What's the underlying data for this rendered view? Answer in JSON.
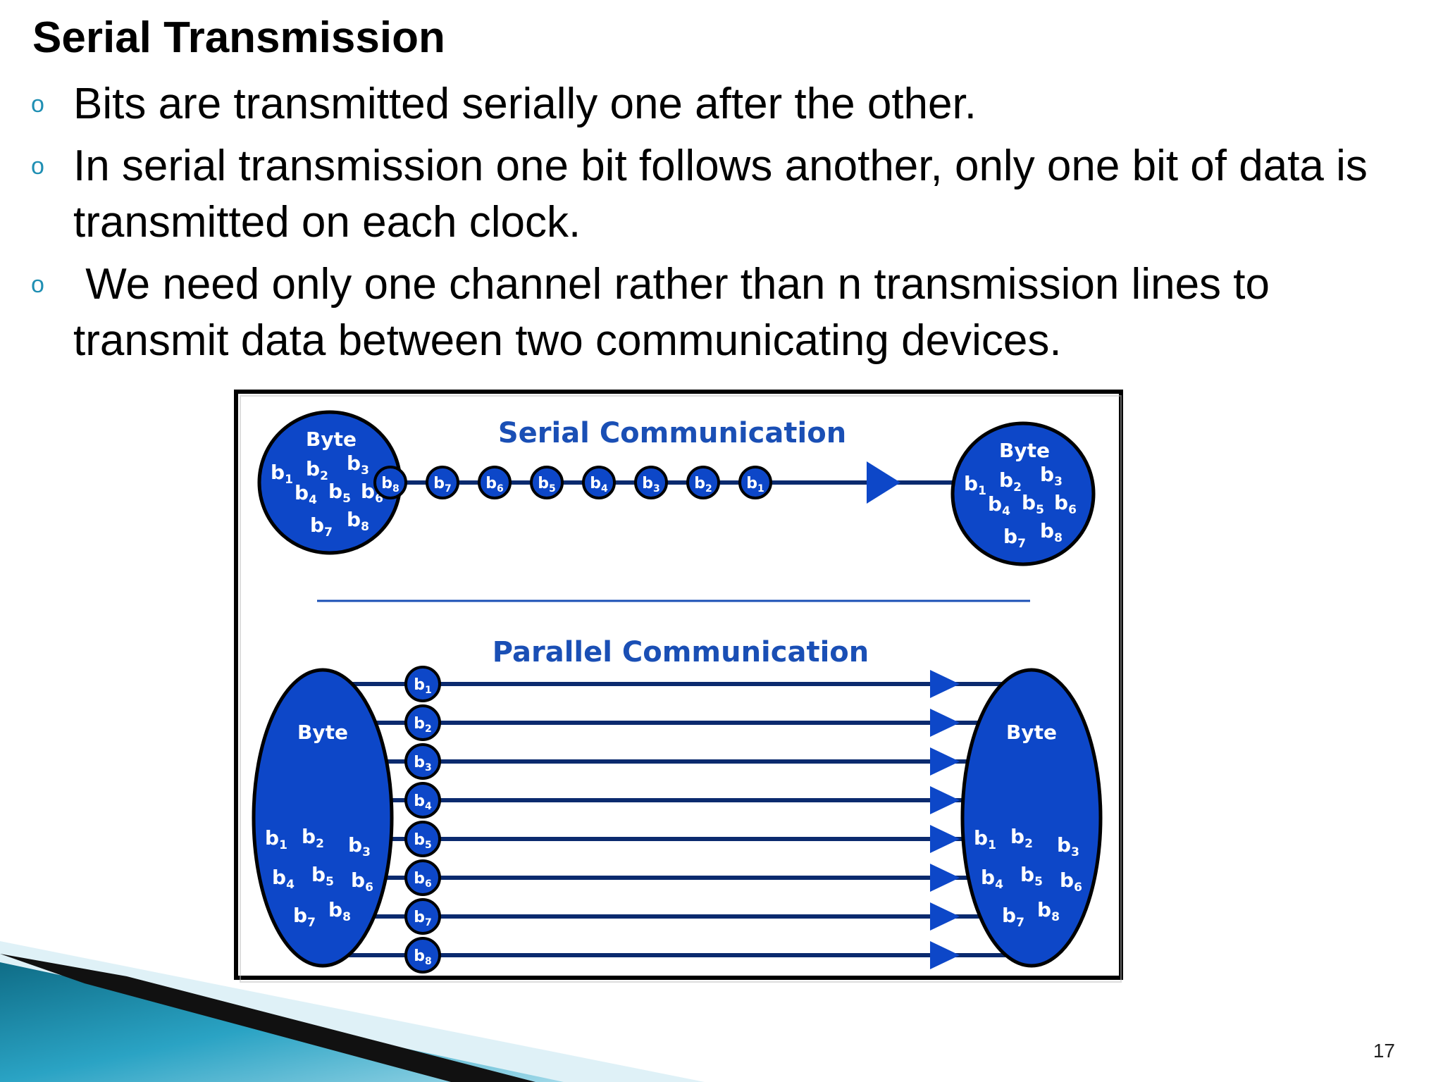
{
  "slide": {
    "title": "Serial Transmission",
    "bullets": [
      "Bits are transmitted serially one after the other.",
      "In serial transmission one bit follows another, only one bit of data is transmitted on each clock.",
      " We need only one channel rather than n transmission lines to transmit data between two communicating devices."
    ],
    "bullet_marker": "o",
    "page_number": "17"
  },
  "diagram": {
    "serial_title": "Serial Communication",
    "parallel_title": "Parallel Communication",
    "byte_label": "Byte",
    "bit_labels": [
      "b1",
      "b2",
      "b3",
      "b4",
      "b5",
      "b6",
      "b7",
      "b8"
    ],
    "serial_order": [
      "b8",
      "b7",
      "b6",
      "b5",
      "b4",
      "b3",
      "b2",
      "b1"
    ],
    "colors": {
      "node_fill": "#0d47c8",
      "node_stroke": "#000000",
      "line": "#0b2a6e",
      "title": "#1a4fb5",
      "divider": "#1a4fb5",
      "arrow": "#0d47c8"
    }
  }
}
